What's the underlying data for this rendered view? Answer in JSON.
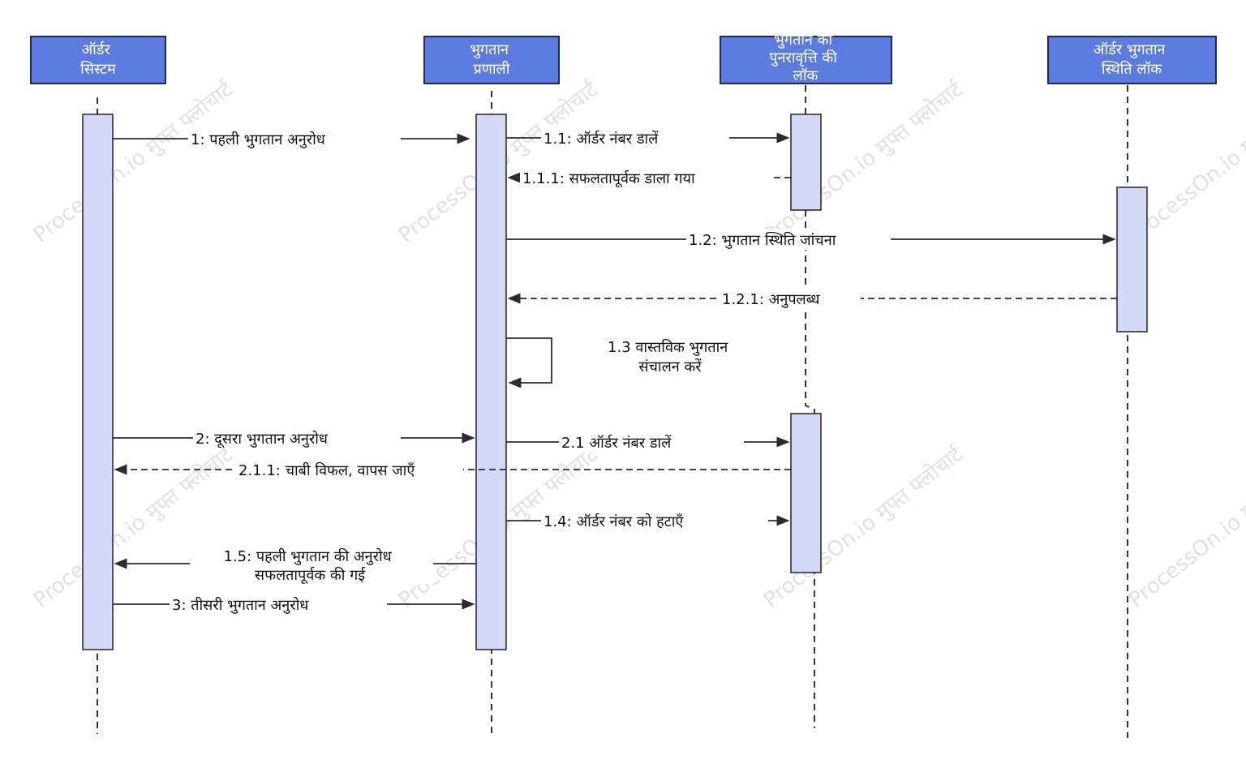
{
  "watermark": {
    "text": "ProcessOn.io मुफ्त फ्लोचार्ट"
  },
  "actors": [
    {
      "id": "order-system",
      "lines": [
        "ऑर्डर",
        "सिस्टम"
      ]
    },
    {
      "id": "payment-system",
      "lines": [
        "भुगतान",
        "प्रणाली"
      ]
    },
    {
      "id": "duplicate-lock",
      "lines": [
        "भुगतान की",
        "पुनरावृत्ति की",
        "लॉक"
      ]
    },
    {
      "id": "status-lock",
      "lines": [
        "ऑर्डर भुगतान",
        "स्थिति लॉक"
      ]
    }
  ],
  "messages": [
    {
      "id": "m1",
      "lines": [
        "1:  पहली भुगतान अनुरोध"
      ]
    },
    {
      "id": "m11",
      "lines": [
        "1.1: ऑर्डर नंबर डालें"
      ]
    },
    {
      "id": "m111",
      "lines": [
        "1.1.1: सफलतापूर्वक डाला गया"
      ]
    },
    {
      "id": "m12",
      "lines": [
        "1.2: भुगतान स्थिति जांचना"
      ]
    },
    {
      "id": "m121",
      "lines": [
        "1.2.1: अनुपलब्ध"
      ]
    },
    {
      "id": "m13",
      "lines": [
        "1.3 वास्तविक भुगतान",
        "संचालन करें"
      ]
    },
    {
      "id": "m2",
      "lines": [
        "2: दूसरा भुगतान अनुरोध"
      ]
    },
    {
      "id": "m21",
      "lines": [
        "2.1 ऑर्डर नंबर डालें"
      ]
    },
    {
      "id": "m211",
      "lines": [
        "2.1.1: चाबी विफल, वापस जाएँ"
      ]
    },
    {
      "id": "m14",
      "lines": [
        "1.4: ऑर्डर नंबर को हटाएँ"
      ]
    },
    {
      "id": "m15",
      "lines": [
        "1.5: पहली भुगतान की अनुरोध",
        "सफलतापूर्वक की गई"
      ]
    },
    {
      "id": "m3",
      "lines": [
        "3:  तीसरी भुगतान अनुरोध"
      ]
    }
  ]
}
